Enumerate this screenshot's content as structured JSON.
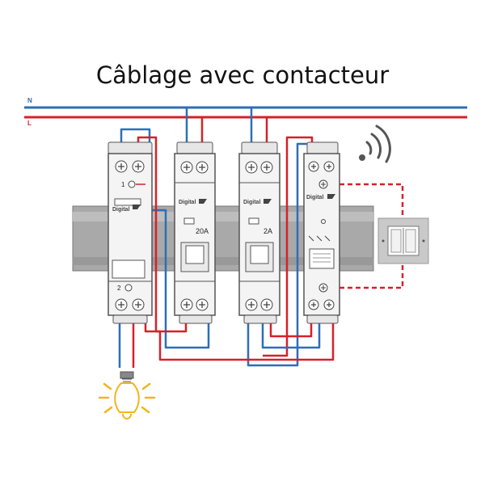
{
  "title": "Câblage avec contacteur",
  "wires": {
    "neutral_label": "N",
    "live_label": "L"
  },
  "colors": {
    "neutral": "#2c6fb7",
    "live": "#d7202a",
    "rail": "#a9a9a9",
    "module": "#f4f4f4",
    "outline": "#555555",
    "bulb_glow": "#f2b51c",
    "switch_bg": "#c9c9c9"
  },
  "contactor": {
    "brand": "Digital",
    "terminal_top": "1",
    "terminal_bottom": "2"
  },
  "breaker_20a": {
    "brand": "Digital",
    "rating": "20A"
  },
  "breaker_2a": {
    "brand": "Digital",
    "rating": "2A"
  },
  "receiver": {
    "brand": "Digital"
  },
  "icons": {
    "wireless": "wireless-signal-icon",
    "lamp": "light-bulb-icon",
    "switch": "rocker-switch-icon"
  }
}
